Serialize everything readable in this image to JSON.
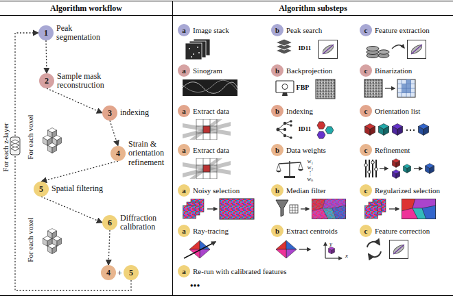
{
  "diagram": {
    "nodes": [
      {
        "text": [
          "Algorithm workflow"
        ]
      },
      {
        "text": [
          "1",
          "Peak segmentation"
        ],
        "in": 0
      },
      {
        "text": [
          "2",
          "Sample mask reconstruction"
        ],
        "in": 0
      },
      {
        "text": [
          "3",
          "indexing"
        ],
        "in": 0
      },
      {
        "text": [
          "4",
          "Strain & orientation refinement"
        ],
        "in": 0
      },
      {
        "text": [
          "5",
          "Spatial filtering"
        ],
        "in": 0
      },
      {
        "text": [
          "6",
          "Diffraction calibration"
        ],
        "in": 0
      },
      {
        "text": [
          "4"
        ],
        "in": 0
      },
      {
        "text": [
          "5"
        ],
        "in": 0
      },
      {
        "text": [
          "Algorithm substeps"
        ]
      },
      {
        "text": [
          "a",
          "Image stack"
        ],
        "in": 9
      },
      {
        "text": [
          "b",
          "Peak search"
        ],
        "in": 9
      },
      {
        "text": [
          "c",
          "Feature extraction"
        ],
        "in": 9
      },
      {
        "text": [
          "a",
          "Sinogram"
        ],
        "in": 9
      },
      {
        "text": [
          "b",
          "Backprojection"
        ],
        "in": 9
      },
      {
        "text": [
          "c",
          "Binarization"
        ],
        "in": 9
      },
      {
        "text": [
          "a",
          "Extract data"
        ],
        "in": 9
      },
      {
        "text": [
          "b",
          "Indexing"
        ],
        "in": 9
      },
      {
        "text": [
          "c",
          "Orientation list"
        ],
        "in": 9
      },
      {
        "text": [
          "a",
          "Extract data"
        ],
        "in": 9
      },
      {
        "text": [
          "b",
          "Data weights"
        ],
        "in": 9
      },
      {
        "text": [
          "c",
          "Refinement"
        ],
        "in": 9
      },
      {
        "text": [
          "a",
          "Noisy selection"
        ],
        "in": 9
      },
      {
        "text": [
          "b",
          "Median filter"
        ],
        "in": 9
      },
      {
        "text": [
          "c",
          "Regularized selection"
        ],
        "in": 9
      },
      {
        "text": [
          "a",
          "Ray-tracing"
        ],
        "in": 9
      },
      {
        "text": [
          "b",
          "Extract centroids"
        ],
        "in": 9
      },
      {
        "text": [
          "c",
          "Feature correction"
        ],
        "in": 9
      },
      {
        "text": [
          "a",
          "Re-run with calibrated features"
        ],
        "in": 9
      }
    ],
    "edges": [
      {
        "from": 1,
        "to": 2,
        "arrow": "to"
      },
      {
        "from": 2,
        "to": 3,
        "arrow": "to"
      },
      {
        "from": 3,
        "to": 4,
        "arrow": "to"
      },
      {
        "from": 4,
        "to": 5,
        "arrow": "to"
      },
      {
        "from": 5,
        "to": 6,
        "arrow": "to"
      },
      {
        "from": 6,
        "to": 7,
        "arrow": "to"
      },
      {
        "from": 8,
        "to": 1,
        "arrow": "to"
      }
    ],
    "labels": [
      "For each voxel",
      "For each voxel",
      "For each z-layer",
      "+",
      "ID11",
      "FBP",
      "ID11",
      "w₁",
      "w₂",
      "⋮",
      "wₙ",
      "x",
      "y",
      "•••"
    ]
  }
}
